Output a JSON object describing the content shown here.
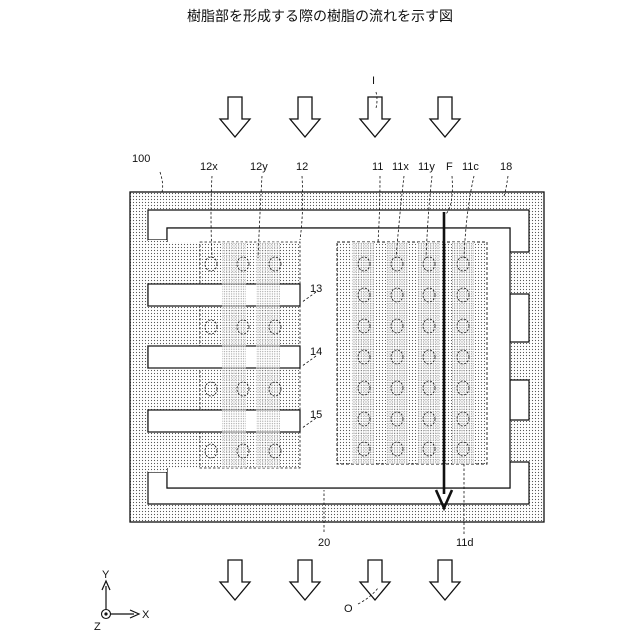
{
  "title": "樹脂部を形成する際の樹脂の流れを示す図",
  "labels": {
    "in_flow": "I",
    "out_flow": "O",
    "package": "100",
    "comp_12x": "12x",
    "comp_12y": "12y",
    "comp_12": "12",
    "comp_11": "11",
    "comp_11x": "11x",
    "comp_11y": "11y",
    "flow_f": "F",
    "comp_11c": "11c",
    "comp_18": "18",
    "comp_13": "13",
    "comp_14": "14",
    "comp_15": "15",
    "comp_20": "20",
    "comp_11d": "11d"
  },
  "axes": {
    "y": "Y",
    "x": "X",
    "z": "Z"
  },
  "colors": {
    "ink": "#111111",
    "background": "#ffffff"
  }
}
